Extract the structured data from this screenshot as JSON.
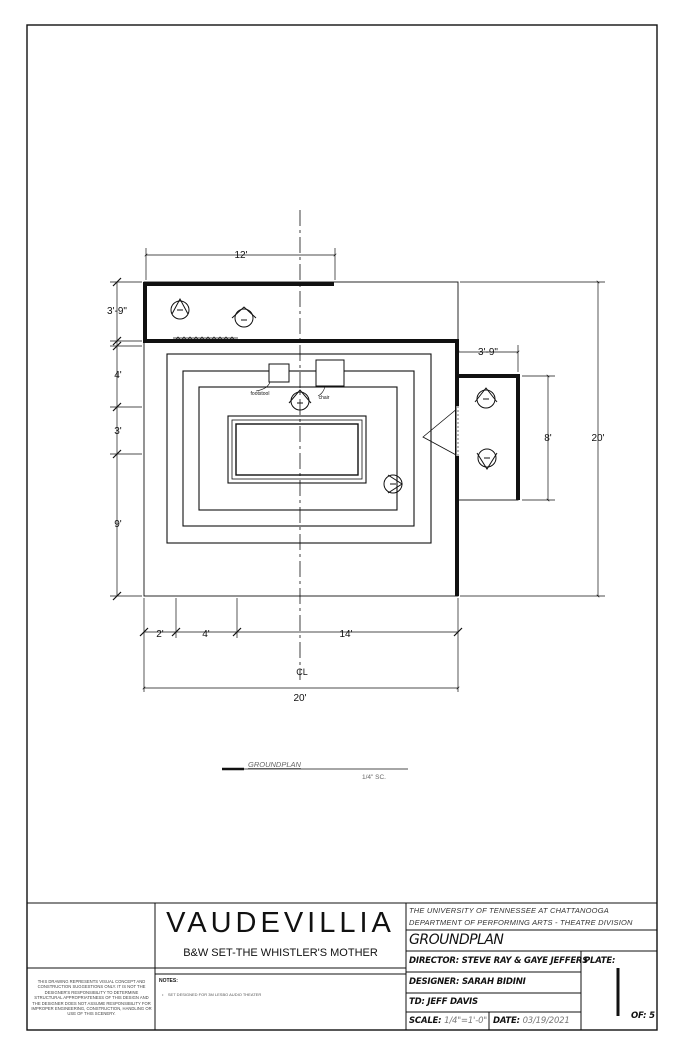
{
  "plan": {
    "dimensions": {
      "top_width": "12'",
      "upstage_depth": "3'-9\"",
      "row_4": "4'",
      "row_3": "3'",
      "row_9": "9'",
      "right_offset": "3'-9\"",
      "wing_depth": "8'",
      "overall_depth": "20'",
      "bottom_2": "2'",
      "bottom_4": "4'",
      "bottom_14": "14'",
      "overall_width": "20'"
    },
    "centerline_label": "CL",
    "furniture": {
      "footstool": "footstool",
      "chair": "chair"
    },
    "view_title": "GROUNDPLAN",
    "view_scale": "1/4\" SC."
  },
  "title_block": {
    "notes_disclaimer": "THIS DRAWING REPRESENTS VISUAL CONCEPT AND CONSTRUCTION SUGGESTIONS ONLY. IT IS NOT THE DESIGNER'S RESPONSIBILITY TO DETERMINE STRUCTURAL APPROPRIATENESS OF THIS DESIGN AND THE DESIGNER DOES NOT ASSUME RESPONSIBILITY FOR IMPROPER ENGINEERING, CONSTRUCTION, HANDLING OR USE OF THIS SCENERY.",
    "notes_label": "NOTES:",
    "notes_item": "SET DESIGNED FOR 3M LESBO AUDIO THEATER",
    "show_title": "VAUDEVILLIA",
    "show_subtitle": "B&W SET-THE WHISTLER'S MOTHER",
    "institution_1": "THE UNIVERSITY OF TENNESSEE AT CHATTANOOGA",
    "institution_2": "DEPARTMENT OF PERFORMING ARTS - THEATRE DIVISION",
    "sheet_title": "GROUNDPLAN",
    "director": "DIRECTOR: STEVE RAY & GAYE JEFFERS",
    "designer": "DESIGNER: SARAH BIDINI",
    "td": "TD: JEFF DAVIS",
    "scale_label": "SCALE:",
    "scale_value": "1/4\"=1'-0\"",
    "date_label": "DATE:",
    "date_value": "03/19/2021",
    "plate_label": "PLATE:",
    "plate_number": "1",
    "of_label": "OF: 5"
  }
}
